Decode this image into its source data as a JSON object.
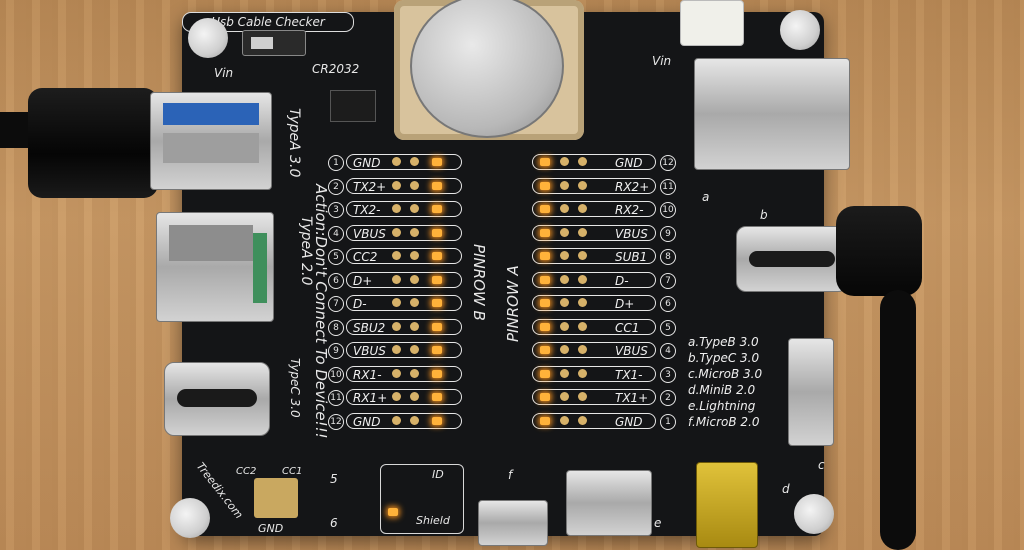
{
  "board": {
    "title": "Usb Cable Checker",
    "pinrow_a": "PINROW A",
    "pinrow_b": "PINROW B",
    "battery_label": "CR2032",
    "vin_left": "Vin",
    "vin_right": "Vin",
    "typea30": "TypeA 3.0",
    "typea20": "TypeA 2.0",
    "typec30": "TypeC 3.0",
    "warning": "Action:Don't Connect To Device!!!",
    "website": "Treedix.com",
    "gnd_label": "GND",
    "cc1_label": "CC1",
    "cc2_label": "CC2",
    "id_label": "ID",
    "shield_label": "Shield",
    "circle_5": "5",
    "circle_6": "6",
    "port_a": "a",
    "port_b": "b",
    "port_c": "c",
    "port_d": "d",
    "port_e": "e",
    "port_f": "f"
  },
  "left_pins": [
    {
      "n": "1",
      "label": "GND",
      "lit": true
    },
    {
      "n": "2",
      "label": "TX2+",
      "lit": true
    },
    {
      "n": "3",
      "label": "TX2-",
      "lit": true
    },
    {
      "n": "4",
      "label": "VBUS",
      "lit": true
    },
    {
      "n": "5",
      "label": "CC2",
      "lit": true
    },
    {
      "n": "6",
      "label": "D+",
      "lit": true
    },
    {
      "n": "7",
      "label": "D-",
      "lit": true
    },
    {
      "n": "8",
      "label": "SBU2",
      "lit": true
    },
    {
      "n": "9",
      "label": "VBUS",
      "lit": true
    },
    {
      "n": "10",
      "label": "RX1-",
      "lit": true
    },
    {
      "n": "11",
      "label": "RX1+",
      "lit": true
    },
    {
      "n": "12",
      "label": "GND",
      "lit": true
    }
  ],
  "right_pins": [
    {
      "n": "12",
      "label": "GND",
      "lit": true
    },
    {
      "n": "11",
      "label": "RX2+",
      "lit": true
    },
    {
      "n": "10",
      "label": "RX2-",
      "lit": true
    },
    {
      "n": "9",
      "label": "VBUS",
      "lit": true
    },
    {
      "n": "8",
      "label": "SUB1",
      "lit": true
    },
    {
      "n": "7",
      "label": "D-",
      "lit": true
    },
    {
      "n": "6",
      "label": "D+",
      "lit": true
    },
    {
      "n": "5",
      "label": "CC1",
      "lit": true
    },
    {
      "n": "4",
      "label": "VBUS",
      "lit": true
    },
    {
      "n": "3",
      "label": "TX1-",
      "lit": true
    },
    {
      "n": "2",
      "label": "TX1+",
      "lit": true
    },
    {
      "n": "1",
      "label": "GND",
      "lit": true
    }
  ],
  "legend": [
    "a.TypeB 3.0",
    "b.TypeC 3.0",
    "c.MicroB 3.0",
    "d.MiniB 2.0",
    "e.Lightning",
    "f.MicroB 2.0"
  ],
  "colors": {
    "led_on": "#ffb23a",
    "pcb": "#141517",
    "silkscreen": "#e8e8e8"
  }
}
